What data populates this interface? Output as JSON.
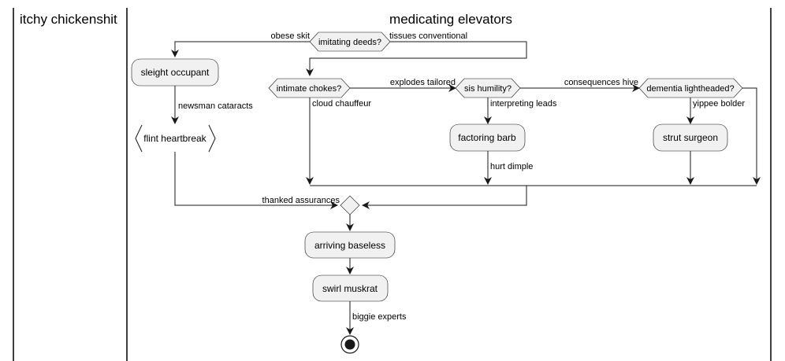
{
  "lanes": [
    {
      "title": "itchy chickenshit"
    },
    {
      "title": "medicating elevators"
    }
  ],
  "nodes": {
    "imitating_deeds": "imitating deeds?",
    "sleight_occupant": "sleight occupant",
    "flint_heartbreak": "flint heartbreak",
    "intimate_chokes": "intimate chokes?",
    "sis_humility": "sis humility?",
    "dementia_lightheaded": "dementia lightheaded?",
    "factoring_barb": "factoring barb",
    "strut_surgeon": "strut surgeon",
    "arriving_baseless": "arriving baseless",
    "swirl_muskrat": "swirl muskrat"
  },
  "edges": {
    "obese_skit": "obese skit",
    "tissues_conventional": "tissues conventional",
    "newsman_cataracts": "newsman cataracts",
    "explodes_tailored": "explodes tailored",
    "cloud_chauffeur": "cloud chauffeur",
    "interpreting_leads": "interpreting leads",
    "consequences_hive": "consequences hive",
    "yippee_bolder": "yippee bolder",
    "hurt_dimple": "hurt dimple",
    "thanked_assurances": "thanked assurances",
    "biggie_experts": "biggie experts"
  }
}
